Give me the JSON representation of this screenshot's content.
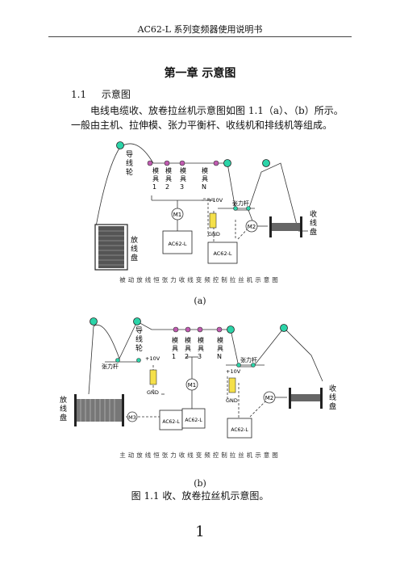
{
  "header": {
    "title": "AC62-L 系列变频器使用说明书"
  },
  "chapter": {
    "title": "第一章   示意图"
  },
  "section": {
    "number": "1.1",
    "title": "示意图"
  },
  "paragraph": "电线电缆收、放卷拉丝机示意图如图 1.1（a）、（b）所示。一般由主机、拉伸模、张力平衡杆、收线机和排线机等组成。",
  "diagram_a": {
    "guide_wheel": "导线轮",
    "dies": [
      "模具1",
      "模具2",
      "模具3",
      "模具N"
    ],
    "tension_bar": "张力杆",
    "v10": "+10V",
    "gnd": "GND",
    "m1": "M1",
    "m2": "M2",
    "inverter": "AC62-L",
    "take_up": "收线盘",
    "pay_off": "放线盘",
    "caption": "被动放线恒张力收线变频控制拉丝机示意图"
  },
  "diagram_b": {
    "guide_wheel": "导线轮",
    "dies": [
      "模具1",
      "模具2",
      "模具3",
      "模具N"
    ],
    "tension_bar": "张力杆",
    "v10": "+10V",
    "gnd": "GND",
    "m1": "M1",
    "m2": "M2",
    "m3": "M3",
    "inverter": "AC62-L",
    "take_up": "收线盘",
    "pay_off": "放线盘",
    "caption": "主动放线恒张力收线变频控制拉丝机示意图"
  },
  "labels": {
    "a": "(a)",
    "b": "(b)",
    "figure_caption": "图 1.1  收、放卷拉丝机示意图。",
    "page_number": "1"
  },
  "colors": {
    "pulley": "#2bd4a8",
    "tension": "#f5e04a",
    "die": "#c05ab0"
  }
}
